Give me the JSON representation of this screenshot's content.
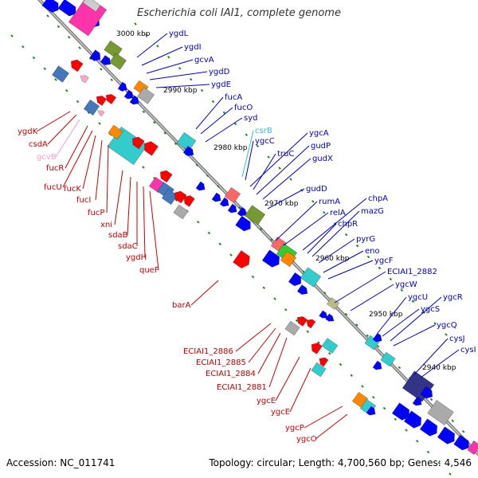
{
  "title": "Escherichia coli IAI1, complete genome",
  "footer": {
    "accession": "Accession: NC_011741",
    "topology": "Topology: circular; Length: 4,700,560 bp; Genes: 4,546"
  },
  "scale_labels": [
    "3000 kbp",
    "2990 kbp",
    "2980 kbp",
    "2970 kbp",
    "2960 kbp",
    "2950 kbp",
    "2940 kbp"
  ],
  "genes_top_strand": [
    "ygdL",
    "ygdI",
    "gcvA",
    "ygdD",
    "ygdE",
    "fucA",
    "fucO",
    "syd",
    "csrB",
    "ygcC",
    "ygcA",
    "truC",
    "gudP",
    "gudX",
    "gudD",
    "rumA",
    "relA",
    "chpA",
    "chpR",
    "mazG",
    "pyrG",
    "eno",
    "ygcF",
    "ECIAI1_2882",
    "ygcW",
    "ygcU",
    "ygcS",
    "ygcR",
    "ygcQ",
    "cysJ",
    "cysI"
  ],
  "genes_bottom_strand": [
    "ygdK",
    "csdA",
    "gcvB",
    "fucR",
    "fucU",
    "fucK",
    "fucI",
    "fucP",
    "xni",
    "sdaB",
    "sdaC",
    "ygdH",
    "queF",
    "barA",
    "ECIAI1_2886",
    "ECIAI1_2885",
    "ECIAI1_2884",
    "ECIAI1_2881",
    "ygcE",
    "ygcE",
    "ygcP",
    "ygcO"
  ],
  "colors": {
    "cds_forward": "#0000ff",
    "cds_reverse": "#ff0000",
    "rna": "#33cccc",
    "label_forward": "#0000cc",
    "label_reverse": "#cc0000",
    "label_rna_forward": "#33bbdd",
    "label_rna_reverse": "#ff99cc",
    "backbone": "#999999",
    "tick": "#228822"
  }
}
